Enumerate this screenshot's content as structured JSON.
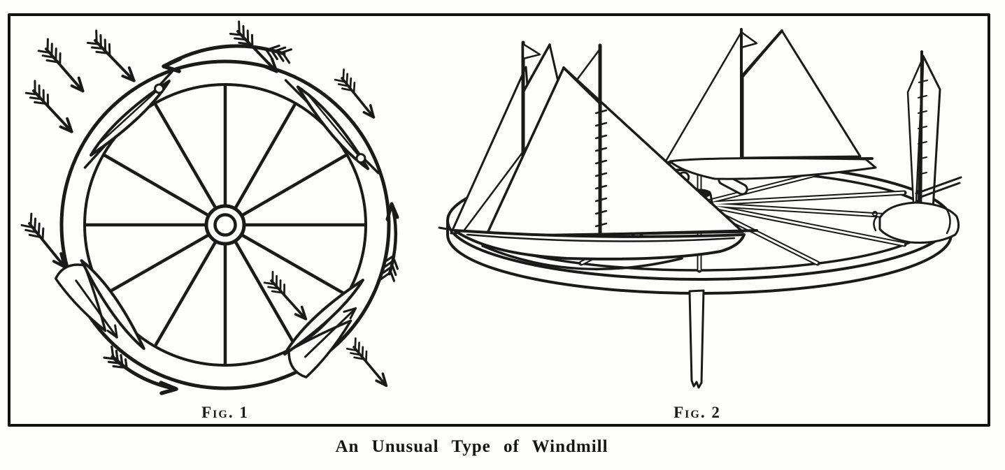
{
  "illustration": {
    "caption": "An Unusual Type of Windmill",
    "figure1": {
      "label": "Fig. 1"
    },
    "figure2": {
      "label": "Fig. 2"
    },
    "colors": {
      "ink": "#1a1a1a",
      "paper": "#fdfdfc"
    }
  }
}
